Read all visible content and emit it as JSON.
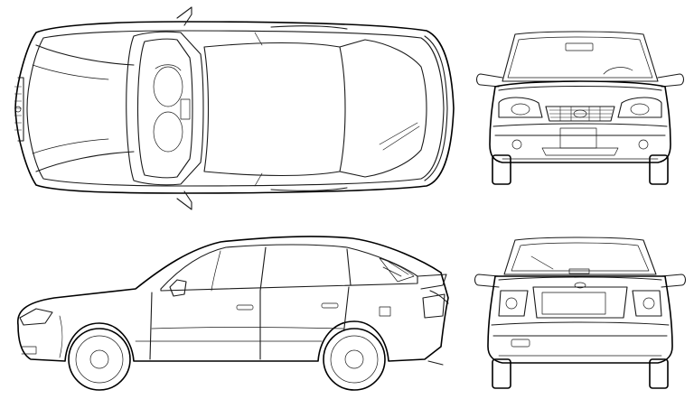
{
  "drawing": {
    "subject": "",
    "line_color": "#1a1a1a",
    "background": "#ffffff",
    "views": [
      {
        "id": "top"
      },
      {
        "id": "front"
      },
      {
        "id": "side"
      },
      {
        "id": "rear"
      }
    ]
  }
}
